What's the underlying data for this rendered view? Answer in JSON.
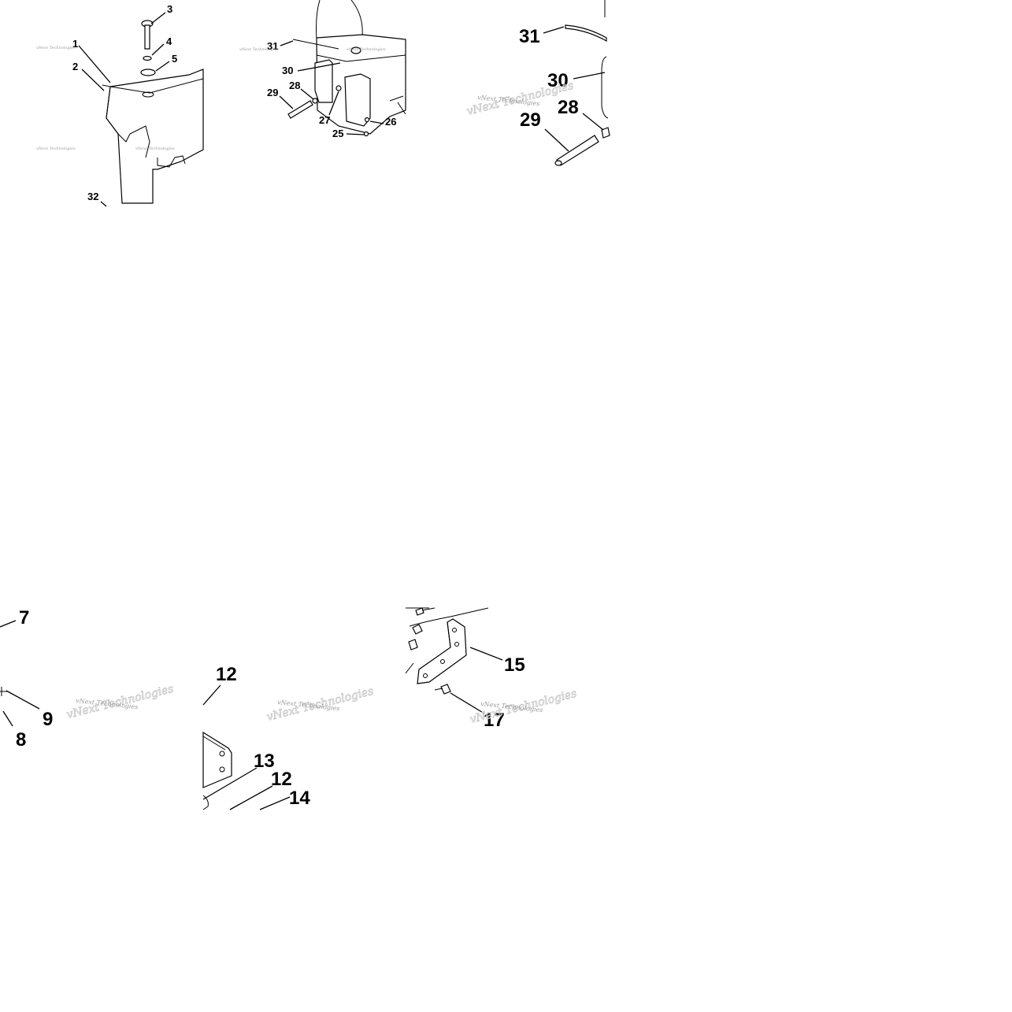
{
  "watermark": "vNext Technologies",
  "panels": {
    "top_left": {
      "callouts": [
        "1",
        "2",
        "3",
        "4",
        "5",
        "32"
      ]
    },
    "top_middle": {
      "callouts": [
        "25",
        "26",
        "27",
        "28",
        "29",
        "30",
        "31"
      ]
    },
    "top_right": {
      "callouts": [
        "28",
        "29",
        "30",
        "31"
      ]
    },
    "bottom_left": {
      "callouts": [
        "7",
        "8",
        "9"
      ]
    },
    "bottom_middle": {
      "callouts": [
        "12",
        "12",
        "13",
        "14"
      ]
    },
    "bottom_right": {
      "callouts": [
        "15",
        "17"
      ]
    }
  }
}
